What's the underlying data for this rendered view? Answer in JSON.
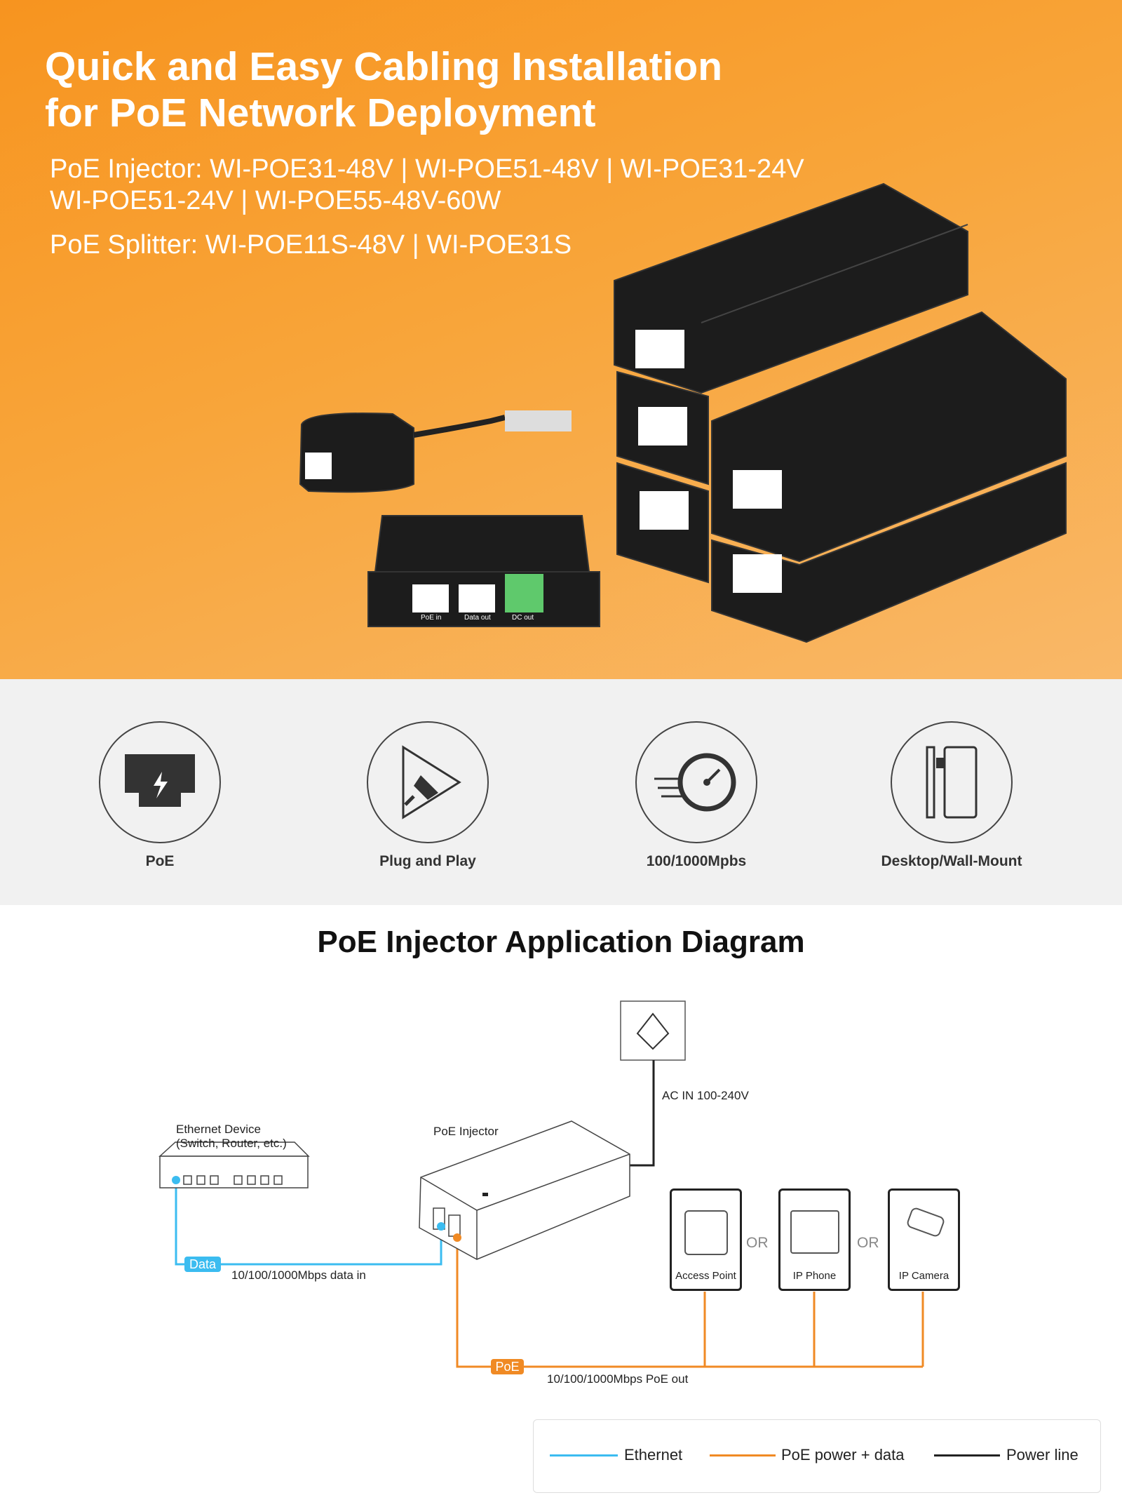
{
  "hero": {
    "title_line1": "Quick and Easy Cabling Installation",
    "title_line2": "for PoE Network Deployment",
    "injector_line1": "PoE Injector: WI-POE31-48V | WI-POE51-48V | WI-POE31-24V",
    "injector_line2": "WI-POE51-24V | WI-POE55-48V-60W",
    "splitter_line": "PoE Splitter: WI-POE11S-48V | WI-POE31S",
    "splitter_ports": [
      "PoE in",
      "Data out",
      "DC out"
    ]
  },
  "features": [
    {
      "label": "PoE",
      "icon": "rj45-power-icon"
    },
    {
      "label": "Plug and Play",
      "icon": "plug-icon"
    },
    {
      "label": "100/1000Mpbs",
      "icon": "speedometer-icon"
    },
    {
      "label": "Desktop/Wall-Mount",
      "icon": "wall-mount-icon"
    }
  ],
  "diagram": {
    "title": "PoE Injector Application Diagram",
    "ac_label": "AC IN 100-240V",
    "ethernet_device_line1": "Ethernet Device",
    "ethernet_device_line2": "(Switch, Router, etc.)",
    "injector_label": "PoE Injector",
    "data_badge": "Data",
    "data_in": "10/100/1000Mbps data in",
    "poe_badge": "PoE",
    "poe_out": "10/100/1000Mbps PoE out",
    "devices": [
      "Access Point",
      "IP Phone",
      "IP Camera"
    ],
    "or": "OR"
  },
  "legend": [
    {
      "label": "Ethernet",
      "color": "#3bbcf0"
    },
    {
      "label": "PoE power + data",
      "color": "#f08a24"
    },
    {
      "label": "Power line",
      "color": "#222222"
    }
  ]
}
